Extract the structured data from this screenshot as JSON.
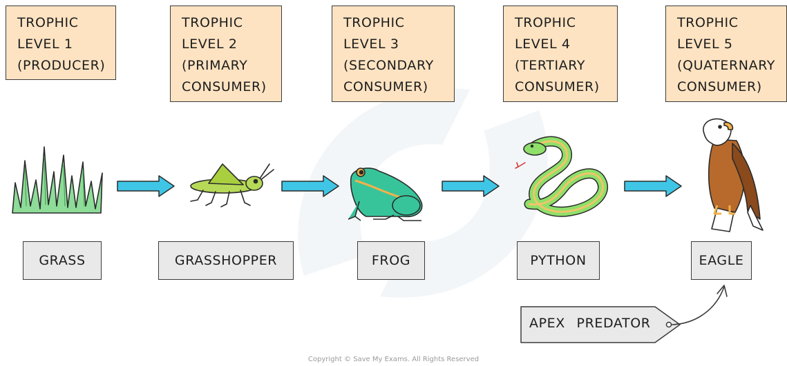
{
  "trophic_levels": [
    {
      "line1": "TROPHIC",
      "line2": "LEVEL 1",
      "role": "(PRODUCER)",
      "organism": "GRASS"
    },
    {
      "line1": "TROPHIC",
      "line2": "LEVEL 2",
      "role": "(PRIMARY\nCONSUMER)",
      "organism": "GRASSHOPPER"
    },
    {
      "line1": "TROPHIC",
      "line2": "LEVEL 3",
      "role": "(SECONDARY\nCONSUMER)",
      "organism": "FROG"
    },
    {
      "line1": "TROPHIC",
      "line2": "LEVEL 4",
      "role": "(TERTIARY\nCONSUMER)",
      "organism": "PYTHON"
    },
    {
      "line1": "TROPHIC",
      "line2": "LEVEL 5",
      "role": "(QUATERNARY\nCONSUMER)",
      "organism": "EAGLE"
    }
  ],
  "apex_label": "APEX PREDATOR",
  "copyright": "Copyright © Save My Exams. All Rights Reserved",
  "colors": {
    "level_box_fill": "#fde3c2",
    "name_box_fill": "#e9e9e9",
    "arrow_fill": "#3fc6e6",
    "grass": "#8ddc98",
    "grasshopper": "#b6d957",
    "frog": "#38c49a",
    "python": "#8fe06a",
    "eagle": "#b86a2c"
  }
}
